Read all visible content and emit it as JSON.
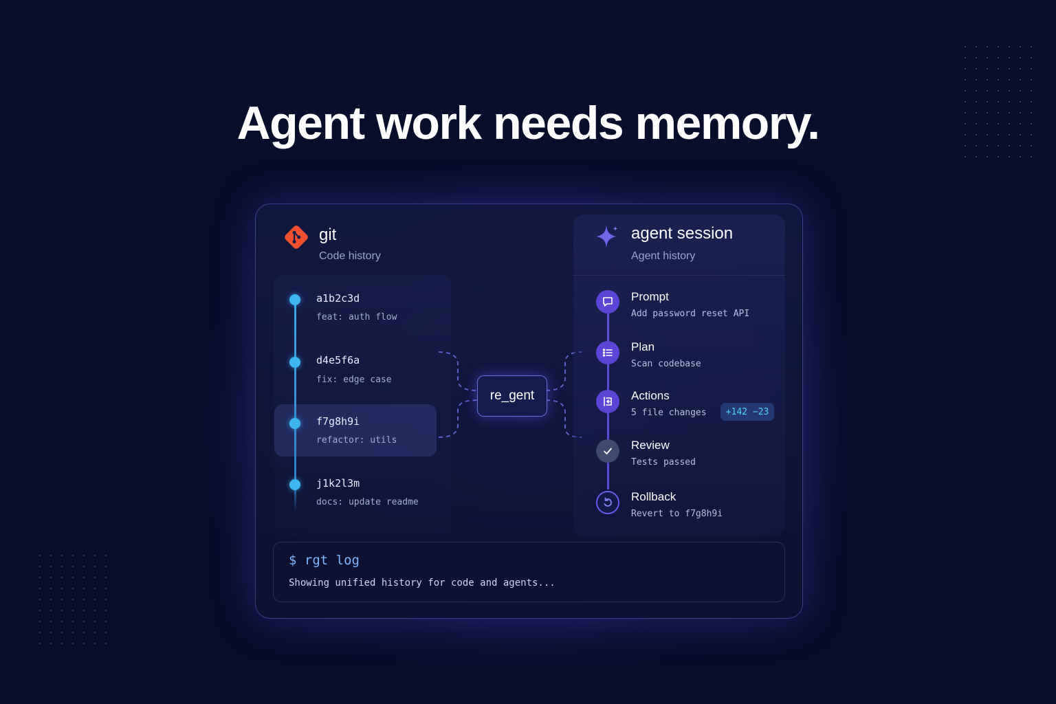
{
  "headline": "Agent work needs memory.",
  "git": {
    "title": "git",
    "subtitle": "Code history",
    "commits": [
      {
        "hash": "a1b2c3d",
        "message": "feat: auth flow"
      },
      {
        "hash": "d4e5f6a",
        "message": "fix: edge case"
      },
      {
        "hash": "f7g8h9i",
        "message": "refactor: utils"
      },
      {
        "hash": "j1k2l3m",
        "message": "docs: update readme"
      }
    ]
  },
  "center": {
    "label": "re_gent"
  },
  "agent": {
    "title": "agent session",
    "subtitle": "Agent history",
    "steps": [
      {
        "title": "Prompt",
        "desc": "Add password reset API",
        "icon": "chat-bubble-icon"
      },
      {
        "title": "Plan",
        "desc": "Scan codebase",
        "icon": "list-icon"
      },
      {
        "title": "Actions",
        "desc": "5 file changes",
        "icon": "file-change-icon"
      },
      {
        "title": "Review",
        "desc": "Tests passed",
        "icon": "check-icon"
      },
      {
        "title": "Rollback",
        "desc": "Revert to f7g8h9i",
        "icon": "undo-icon"
      }
    ],
    "diff_badge": "+142 −23"
  },
  "terminal": {
    "command": "$ rgt log",
    "output": "Showing unified history for code and agents..."
  },
  "colors": {
    "background": "#070d2b",
    "accent_purple": "#5b45d6",
    "accent_cyan": "#3db5ee",
    "git_orange": "#f0502f"
  }
}
